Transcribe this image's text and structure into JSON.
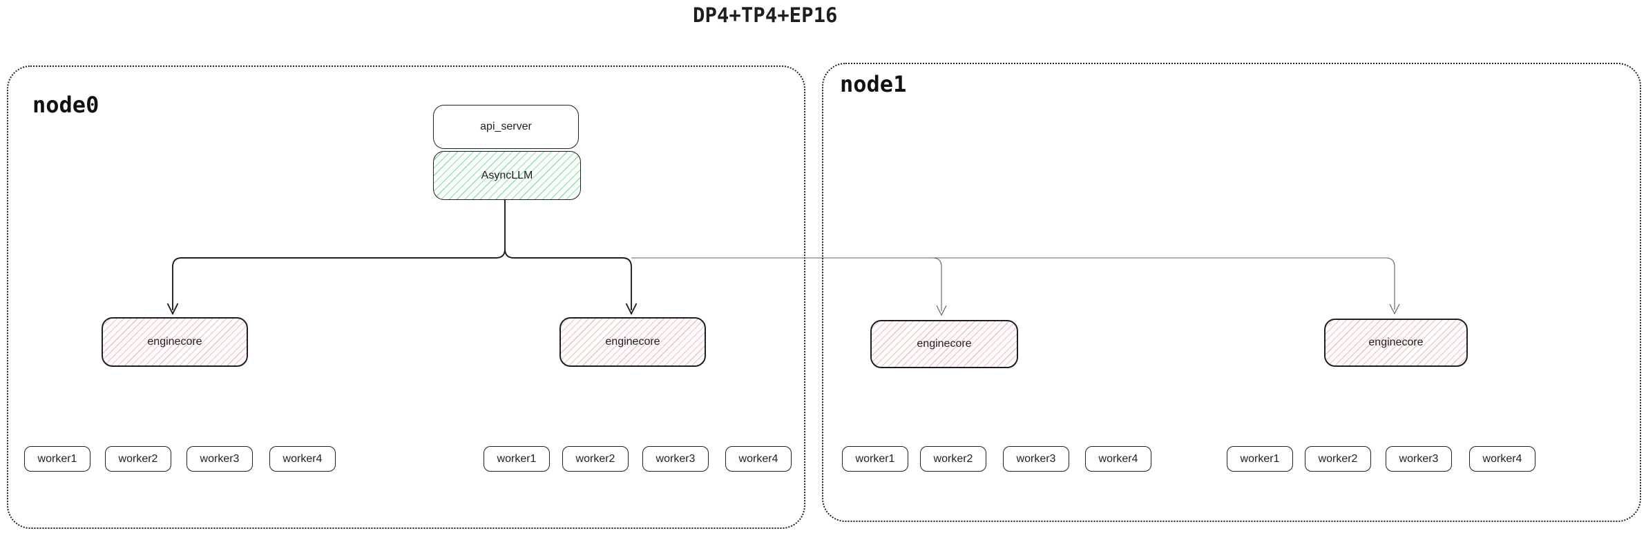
{
  "title": "DP4+TP4+EP16",
  "colors": {
    "ink": "#1e1e1e",
    "cross_node_connector": "#5c5c5c",
    "async_llm_hatch": "#7be09b",
    "enginecore_hatch": "#f2b2b2",
    "background": "#ffffff"
  },
  "node0": {
    "label": "node0",
    "api_server": {
      "label": "api_server"
    },
    "async_llm": {
      "label": "AsyncLLM"
    },
    "enginecores": [
      {
        "label": "enginecore"
      },
      {
        "label": "enginecore"
      }
    ],
    "worker_groups": [
      {
        "workers": [
          "worker1",
          "worker2",
          "worker3",
          "worker4"
        ]
      },
      {
        "workers": [
          "worker1",
          "worker2",
          "worker3",
          "worker4"
        ]
      }
    ]
  },
  "node1": {
    "label": "node1",
    "enginecores": [
      {
        "label": "enginecore"
      },
      {
        "label": "enginecore"
      }
    ],
    "worker_groups": [
      {
        "workers": [
          "worker1",
          "worker2",
          "worker3",
          "worker4"
        ]
      },
      {
        "workers": [
          "worker1",
          "worker2",
          "worker3",
          "worker4"
        ]
      }
    ]
  }
}
